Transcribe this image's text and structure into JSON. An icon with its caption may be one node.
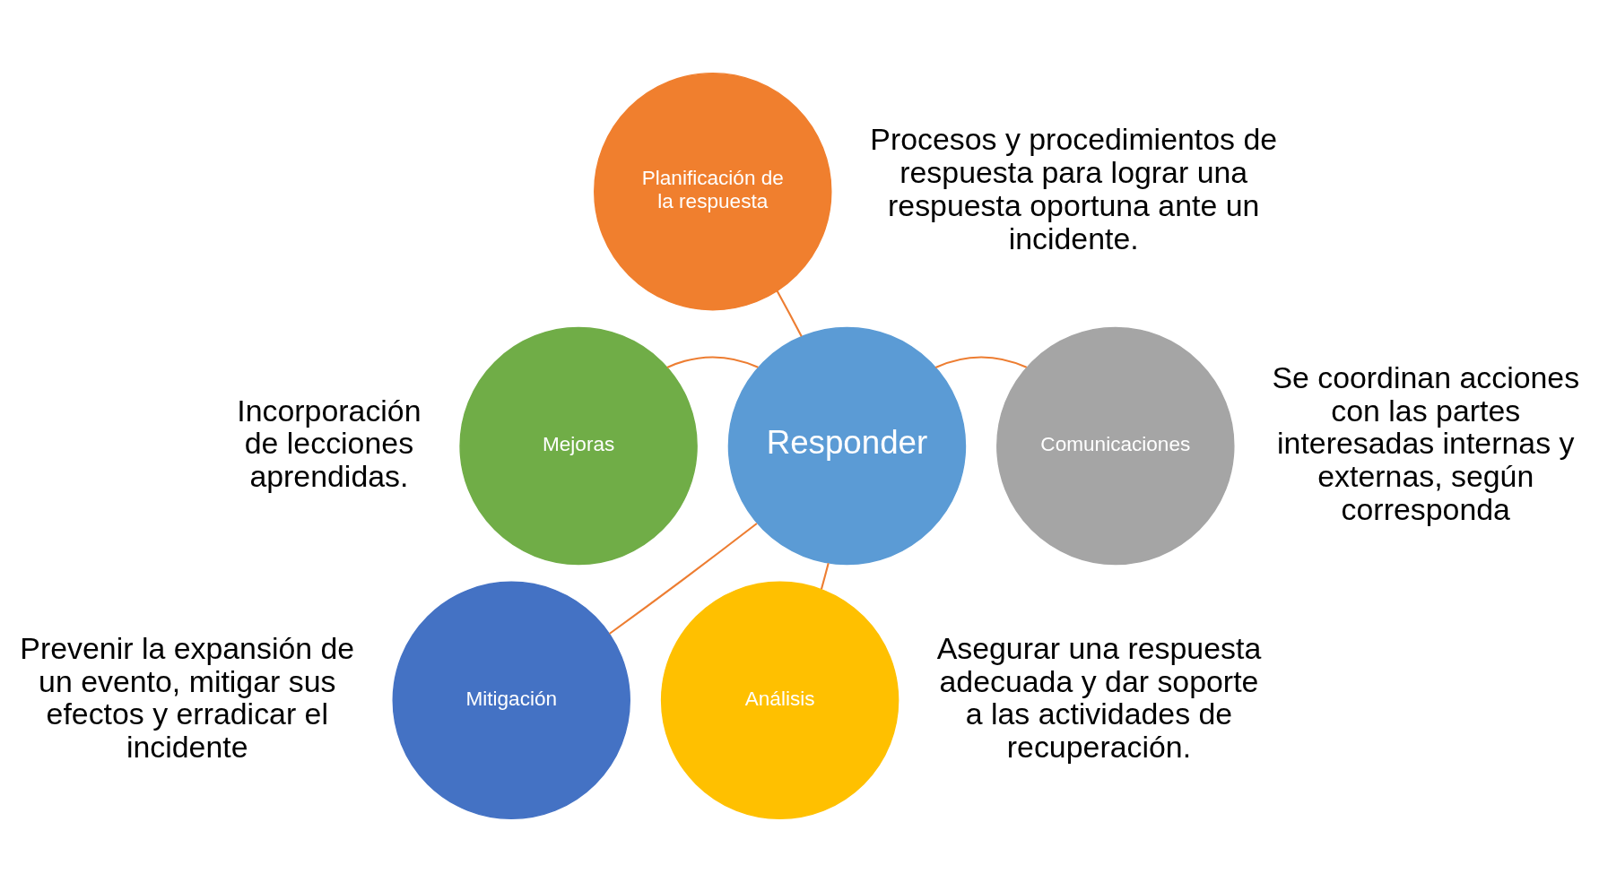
{
  "diagram": {
    "nodes": [
      {
        "text": [
          "Planificación de la respuesta"
        ],
        "beside": [
          "Procesos y procedimientos de respuesta para lograr una respuesta oportuna ante un incidente."
        ]
      },
      {
        "text": [
          "Mejoras"
        ],
        "beside": [
          "Incorporación de lecciones aprendidas."
        ]
      },
      {
        "text": [
          "Comunicaciones"
        ],
        "beside": [
          "Se coordinan acciones con las partes interesadas internas y externas, según corresponda"
        ]
      },
      {
        "text": [
          "Responder"
        ]
      },
      {
        "text": [
          "Mitigación"
        ],
        "beside": [
          "Prevenir la expansión de un evento, mitigar sus efectos y erradicar el incidente"
        ]
      },
      {
        "text": [
          "Análisis"
        ],
        "beside": [
          "Asegurar una respuesta adecuada y dar soporte a las actividades de recuperación."
        ]
      }
    ],
    "edges": [
      {
        "from": 3,
        "to": 0,
        "arrow": "none"
      },
      {
        "from": 3,
        "to": 2,
        "arrow": "none"
      },
      {
        "from": 3,
        "to": 5,
        "arrow": "none"
      },
      {
        "from": 3,
        "to": 4,
        "arrow": "none"
      },
      {
        "from": 3,
        "to": 1,
        "arrow": "none"
      }
    ]
  }
}
